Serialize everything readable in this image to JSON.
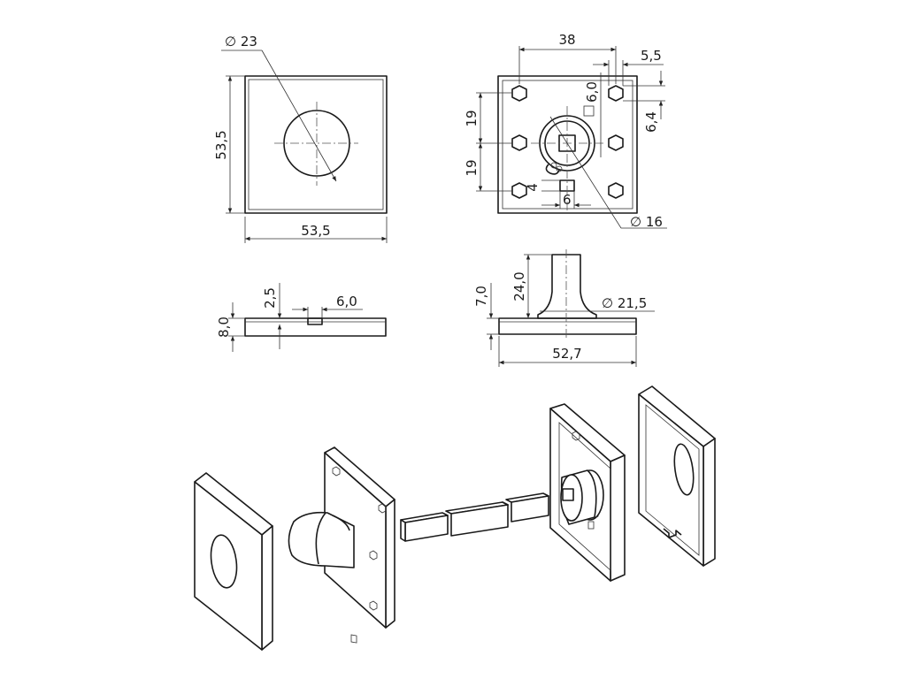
{
  "dimensions": {
    "rose_hole_dia": "∅ 23",
    "rose_height": "53,5",
    "rose_width": "53,5",
    "plate_bolt_spacing": "38",
    "plate_corner_offset": "5,5",
    "plate_hole_y_offset": "6,0",
    "plate_hole_offset_small": "6,4",
    "plate_pitch_upper": "19",
    "plate_pitch_lower": "19",
    "plate_notch_h": "4",
    "plate_notch_w": "6",
    "plate_ring_dia": "∅ 16",
    "rose_side_depth": "2,5",
    "rose_side_slot": "6,0",
    "rose_side_thickness": "8,0",
    "spindle_height": "24,0",
    "spindle_base_height": "7,0",
    "spindle_base_dia": "∅ 21,5",
    "plate_side_width": "52,7"
  }
}
